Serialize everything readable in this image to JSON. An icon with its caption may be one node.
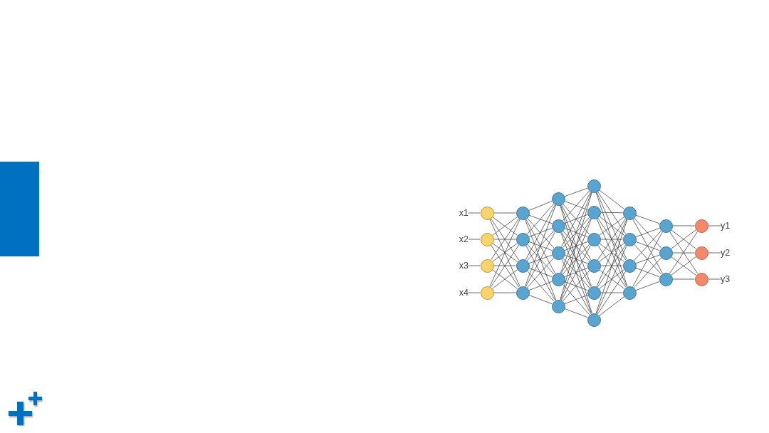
{
  "diagram": {
    "nodes": [
      {
        "text": [
          "x1"
        ]
      },
      {
        "text": [
          "x2"
        ]
      },
      {
        "text": [
          "x3"
        ]
      },
      {
        "text": [
          "x4"
        ]
      },
      {
        "text": [],
        "shape": "circle"
      },
      {
        "text": [],
        "shape": "circle"
      },
      {
        "text": [],
        "shape": "circle"
      },
      {
        "text": [],
        "shape": "circle"
      },
      {
        "text": [],
        "shape": "circle"
      },
      {
        "text": [],
        "shape": "circle"
      },
      {
        "text": [],
        "shape": "circle"
      },
      {
        "text": [],
        "shape": "circle"
      },
      {
        "text": [],
        "shape": "circle"
      },
      {
        "text": [],
        "shape": "circle"
      },
      {
        "text": [],
        "shape": "circle"
      },
      {
        "text": [],
        "shape": "circle"
      },
      {
        "text": [],
        "shape": "circle"
      },
      {
        "text": [],
        "shape": "circle"
      },
      {
        "text": [],
        "shape": "circle"
      },
      {
        "text": [],
        "shape": "circle"
      },
      {
        "text": [],
        "shape": "circle"
      },
      {
        "text": [],
        "shape": "circle"
      },
      {
        "text": [],
        "shape": "circle"
      },
      {
        "text": [],
        "shape": "circle"
      },
      {
        "text": [],
        "shape": "circle"
      },
      {
        "text": [],
        "shape": "circle"
      },
      {
        "text": [],
        "shape": "circle"
      },
      {
        "text": [],
        "shape": "circle"
      },
      {
        "text": [],
        "shape": "circle"
      },
      {
        "text": [],
        "shape": "circle"
      },
      {
        "text": [],
        "shape": "circle"
      },
      {
        "text": [],
        "shape": "circle"
      },
      {
        "text": [],
        "shape": "circle"
      },
      {
        "text": [
          "y1"
        ]
      },
      {
        "text": [
          "y2"
        ]
      },
      {
        "text": [
          "y3"
        ]
      },
      {
        "text": [],
        "shape": "bar"
      }
    ],
    "edges": [
      {
        "from": 0,
        "to": 4,
        "arrow": "none"
      },
      {
        "from": 1,
        "to": 5,
        "arrow": "none"
      },
      {
        "from": 2,
        "to": 6,
        "arrow": "none"
      },
      {
        "from": 3,
        "to": 7,
        "arrow": "none"
      },
      {
        "from": 4,
        "to": 8,
        "arrow": "none"
      },
      {
        "from": 4,
        "to": 9,
        "arrow": "none"
      },
      {
        "from": 4,
        "to": 10,
        "arrow": "none"
      },
      {
        "from": 4,
        "to": 11,
        "arrow": "none"
      },
      {
        "from": 5,
        "to": 8,
        "arrow": "none"
      },
      {
        "from": 5,
        "to": 9,
        "arrow": "none"
      },
      {
        "from": 5,
        "to": 10,
        "arrow": "none"
      },
      {
        "from": 5,
        "to": 11,
        "arrow": "none"
      },
      {
        "from": 6,
        "to": 8,
        "arrow": "none"
      },
      {
        "from": 6,
        "to": 9,
        "arrow": "none"
      },
      {
        "from": 6,
        "to": 10,
        "arrow": "none"
      },
      {
        "from": 6,
        "to": 11,
        "arrow": "none"
      },
      {
        "from": 7,
        "to": 8,
        "arrow": "none"
      },
      {
        "from": 7,
        "to": 9,
        "arrow": "none"
      },
      {
        "from": 7,
        "to": 10,
        "arrow": "none"
      },
      {
        "from": 7,
        "to": 11,
        "arrow": "none"
      },
      {
        "from": 8,
        "to": 12,
        "arrow": "none"
      },
      {
        "from": 8,
        "to": 13,
        "arrow": "none"
      },
      {
        "from": 8,
        "to": 14,
        "arrow": "none"
      },
      {
        "from": 8,
        "to": 15,
        "arrow": "none"
      },
      {
        "from": 8,
        "to": 16,
        "arrow": "none"
      },
      {
        "from": 9,
        "to": 12,
        "arrow": "none"
      },
      {
        "from": 9,
        "to": 13,
        "arrow": "none"
      },
      {
        "from": 9,
        "to": 14,
        "arrow": "none"
      },
      {
        "from": 9,
        "to": 15,
        "arrow": "none"
      },
      {
        "from": 9,
        "to": 16,
        "arrow": "none"
      },
      {
        "from": 10,
        "to": 12,
        "arrow": "none"
      },
      {
        "from": 10,
        "to": 13,
        "arrow": "none"
      },
      {
        "from": 10,
        "to": 14,
        "arrow": "none"
      },
      {
        "from": 10,
        "to": 15,
        "arrow": "none"
      },
      {
        "from": 10,
        "to": 16,
        "arrow": "none"
      },
      {
        "from": 11,
        "to": 12,
        "arrow": "none"
      },
      {
        "from": 11,
        "to": 13,
        "arrow": "none"
      },
      {
        "from": 11,
        "to": 14,
        "arrow": "none"
      },
      {
        "from": 11,
        "to": 15,
        "arrow": "none"
      },
      {
        "from": 11,
        "to": 16,
        "arrow": "none"
      },
      {
        "from": 12,
        "to": 17,
        "arrow": "none"
      },
      {
        "from": 12,
        "to": 18,
        "arrow": "none"
      },
      {
        "from": 12,
        "to": 19,
        "arrow": "none"
      },
      {
        "from": 12,
        "to": 20,
        "arrow": "none"
      },
      {
        "from": 12,
        "to": 21,
        "arrow": "none"
      },
      {
        "from": 12,
        "to": 22,
        "arrow": "none"
      },
      {
        "from": 13,
        "to": 17,
        "arrow": "none"
      },
      {
        "from": 13,
        "to": 18,
        "arrow": "none"
      },
      {
        "from": 13,
        "to": 19,
        "arrow": "none"
      },
      {
        "from": 13,
        "to": 20,
        "arrow": "none"
      },
      {
        "from": 13,
        "to": 21,
        "arrow": "none"
      },
      {
        "from": 13,
        "to": 22,
        "arrow": "none"
      },
      {
        "from": 14,
        "to": 17,
        "arrow": "none"
      },
      {
        "from": 14,
        "to": 18,
        "arrow": "none"
      },
      {
        "from": 14,
        "to": 19,
        "arrow": "none"
      },
      {
        "from": 14,
        "to": 20,
        "arrow": "none"
      },
      {
        "from": 14,
        "to": 21,
        "arrow": "none"
      },
      {
        "from": 14,
        "to": 22,
        "arrow": "none"
      },
      {
        "from": 15,
        "to": 17,
        "arrow": "none"
      },
      {
        "from": 15,
        "to": 18,
        "arrow": "none"
      },
      {
        "from": 15,
        "to": 19,
        "arrow": "none"
      },
      {
        "from": 15,
        "to": 20,
        "arrow": "none"
      },
      {
        "from": 15,
        "to": 21,
        "arrow": "none"
      },
      {
        "from": 15,
        "to": 22,
        "arrow": "none"
      },
      {
        "from": 16,
        "to": 17,
        "arrow": "none"
      },
      {
        "from": 16,
        "to": 18,
        "arrow": "none"
      },
      {
        "from": 16,
        "to": 19,
        "arrow": "none"
      },
      {
        "from": 16,
        "to": 20,
        "arrow": "none"
      },
      {
        "from": 16,
        "to": 21,
        "arrow": "none"
      },
      {
        "from": 16,
        "to": 22,
        "arrow": "none"
      },
      {
        "from": 17,
        "to": 23,
        "arrow": "none"
      },
      {
        "from": 17,
        "to": 24,
        "arrow": "none"
      },
      {
        "from": 17,
        "to": 25,
        "arrow": "none"
      },
      {
        "from": 17,
        "to": 26,
        "arrow": "none"
      },
      {
        "from": 18,
        "to": 23,
        "arrow": "none"
      },
      {
        "from": 18,
        "to": 24,
        "arrow": "none"
      },
      {
        "from": 18,
        "to": 25,
        "arrow": "none"
      },
      {
        "from": 18,
        "to": 26,
        "arrow": "none"
      },
      {
        "from": 19,
        "to": 23,
        "arrow": "none"
      },
      {
        "from": 19,
        "to": 24,
        "arrow": "none"
      },
      {
        "from": 19,
        "to": 25,
        "arrow": "none"
      },
      {
        "from": 19,
        "to": 26,
        "arrow": "none"
      },
      {
        "from": 20,
        "to": 23,
        "arrow": "none"
      },
      {
        "from": 20,
        "to": 24,
        "arrow": "none"
      },
      {
        "from": 20,
        "to": 25,
        "arrow": "none"
      },
      {
        "from": 20,
        "to": 26,
        "arrow": "none"
      },
      {
        "from": 21,
        "to": 23,
        "arrow": "none"
      },
      {
        "from": 21,
        "to": 24,
        "arrow": "none"
      },
      {
        "from": 21,
        "to": 25,
        "arrow": "none"
      },
      {
        "from": 21,
        "to": 26,
        "arrow": "none"
      },
      {
        "from": 22,
        "to": 23,
        "arrow": "none"
      },
      {
        "from": 22,
        "to": 24,
        "arrow": "none"
      },
      {
        "from": 22,
        "to": 25,
        "arrow": "none"
      },
      {
        "from": 22,
        "to": 26,
        "arrow": "none"
      },
      {
        "from": 23,
        "to": 27,
        "arrow": "none"
      },
      {
        "from": 23,
        "to": 28,
        "arrow": "none"
      },
      {
        "from": 23,
        "to": 29,
        "arrow": "none"
      },
      {
        "from": 24,
        "to": 27,
        "arrow": "none"
      },
      {
        "from": 24,
        "to": 28,
        "arrow": "none"
      },
      {
        "from": 24,
        "to": 29,
        "arrow": "none"
      },
      {
        "from": 25,
        "to": 27,
        "arrow": "none"
      },
      {
        "from": 25,
        "to": 28,
        "arrow": "none"
      },
      {
        "from": 25,
        "to": 29,
        "arrow": "none"
      },
      {
        "from": 26,
        "to": 27,
        "arrow": "none"
      },
      {
        "from": 26,
        "to": 28,
        "arrow": "none"
      },
      {
        "from": 26,
        "to": 29,
        "arrow": "none"
      },
      {
        "from": 27,
        "to": 30,
        "arrow": "none"
      },
      {
        "from": 27,
        "to": 31,
        "arrow": "none"
      },
      {
        "from": 27,
        "to": 32,
        "arrow": "none"
      },
      {
        "from": 28,
        "to": 30,
        "arrow": "none"
      },
      {
        "from": 28,
        "to": 31,
        "arrow": "none"
      },
      {
        "from": 28,
        "to": 32,
        "arrow": "none"
      },
      {
        "from": 29,
        "to": 30,
        "arrow": "none"
      },
      {
        "from": 29,
        "to": 31,
        "arrow": "none"
      },
      {
        "from": 29,
        "to": 32,
        "arrow": "none"
      },
      {
        "from": 30,
        "to": 33,
        "arrow": "none"
      },
      {
        "from": 31,
        "to": 34,
        "arrow": "none"
      },
      {
        "from": 32,
        "to": 35,
        "arrow": "none"
      }
    ]
  }
}
